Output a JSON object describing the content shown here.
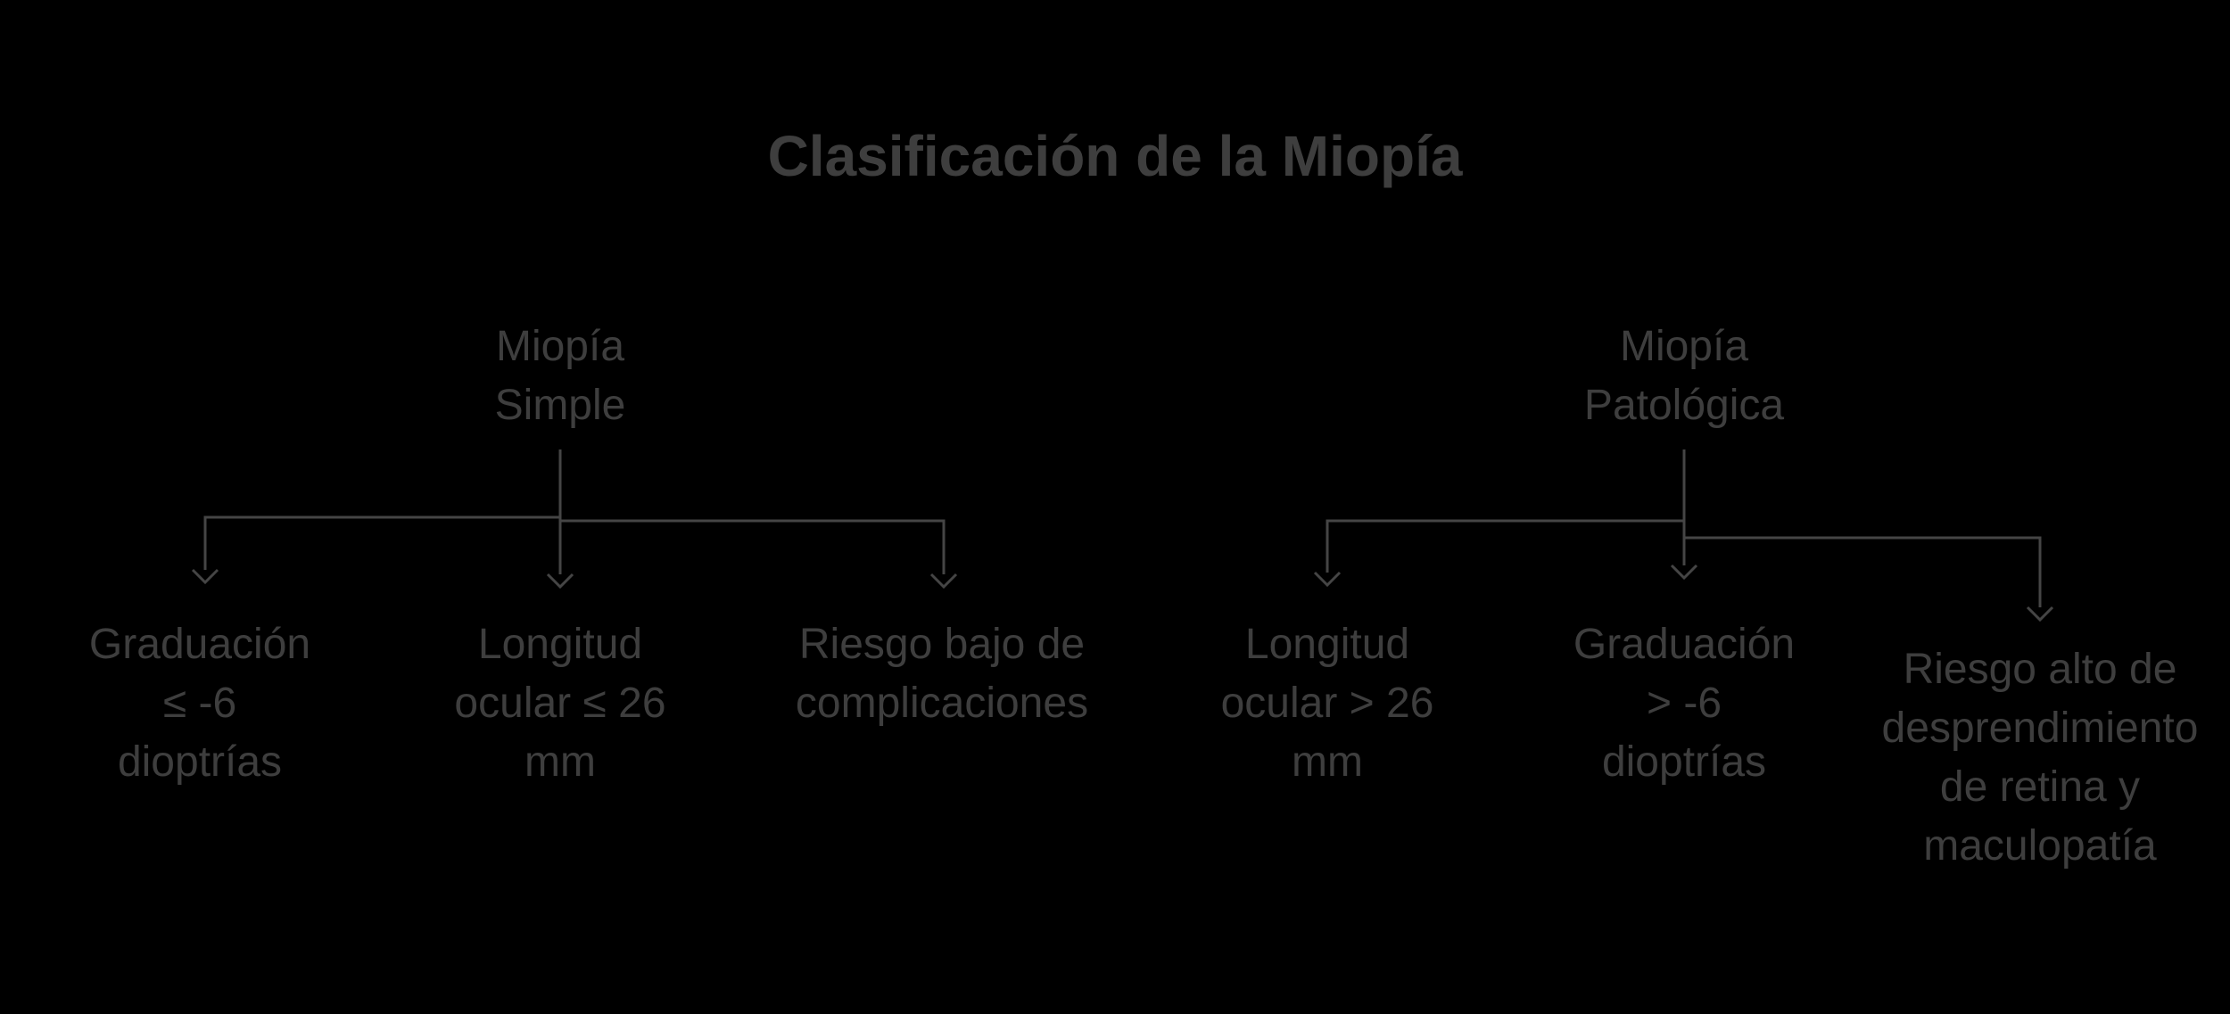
{
  "title": "Clasificación de la Miopía",
  "colors": {
    "background": "#000000",
    "text": "#3e3e3e",
    "line": "#454545"
  },
  "trees": [
    {
      "root": {
        "label": "Miopía\nSimple"
      },
      "children": [
        {
          "label": "Graduación\n≤ -6\ndioptrías"
        },
        {
          "label": "Longitud\nocular ≤ 26\nmm"
        },
        {
          "label": "Riesgo bajo de\ncomplicaciones"
        }
      ]
    },
    {
      "root": {
        "label": "Miopía\nPatológica"
      },
      "children": [
        {
          "label": "Longitud\nocular > 26\nmm"
        },
        {
          "label": "Graduación\n> -6\ndioptrías"
        },
        {
          "label": "Riesgo alto de\ndesprendimiento\nde retina y\nmaculopatía"
        }
      ]
    }
  ]
}
